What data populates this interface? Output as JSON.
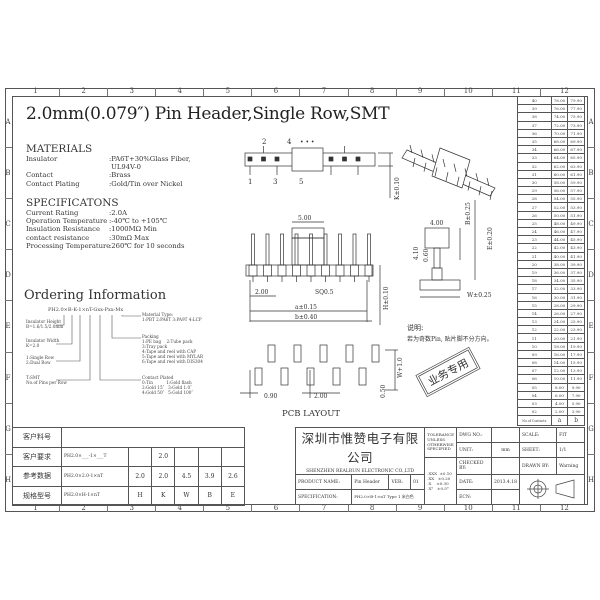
{
  "ruler": {
    "columns": [
      "1",
      "2",
      "3",
      "4",
      "5",
      "6",
      "7",
      "8",
      "9",
      "10",
      "11",
      "12"
    ],
    "rows": [
      "A",
      "B",
      "C",
      "D",
      "E",
      "F",
      "G",
      "H"
    ]
  },
  "title": "2.0mm(0.079″) Pin Header,Single Row,SMT",
  "materials": {
    "heading": "MATERIALS",
    "items": [
      {
        "label": "Insulator",
        "value": ":PA6T+30%Glass Fiber,\n UL94V-0"
      },
      {
        "label": "Contact",
        "value": ":Brass"
      },
      {
        "label": "Contact Plating",
        "value": ":Gold/Tin over Nickel"
      }
    ]
  },
  "specifications": {
    "heading": "SPECIFICATONS",
    "items": [
      {
        "label": "Current Rating",
        "value": ":2.0A"
      },
      {
        "label": "Operation Temperature",
        "value": ":-40℃ to +105℃"
      },
      {
        "label": "Insulation Resistance",
        "value": ":1000MΩ Min"
      },
      {
        "label": "contact resistance",
        "value": ":30mΩ Max"
      },
      {
        "label": "Processing Temperature",
        "value": ":260℃ for 10 seconds"
      }
    ]
  },
  "ordering": {
    "heading": "Ordering Information",
    "code": "PH2.0×B-K-1×nT-Gxx-Pxx-Mx",
    "left_notes": [
      "Insulator Height\nB=1.6/1.5/2.0mm",
      "Insulator Width\nK=2.0",
      "1:Single Row\n2:Dual Row",
      "T:SMT\nNo.of Pins per Row"
    ],
    "right_notes": [
      "Material Type:\n1:PBT 2:PA6T 3:PA9T 4:LCP",
      "Packing\n1:PE bag    2:Tube pack\n3:Tray pack\n4:Tape and reel with CAP\n5:Tape and reel with MYLAR\n6:Tape and reel with DIS304",
      "Contact Plated\n0:Tin          1:Gold flash\n2:Gold 15″   3:Gold 1.0″\n4:Gold 50″   5:Gold 100″"
    ]
  },
  "drawing": {
    "pin_labels": [
      "1",
      "2",
      "3",
      "4",
      "5"
    ],
    "ellipsis": "• • •",
    "dims": {
      "housing": "5.00",
      "pitch": "2.00",
      "sq": "SQ0.5",
      "a": "a±0.15",
      "b": "b±0.40",
      "h": "H±0.10",
      "k": "K±0.10",
      "side_top": "4.00",
      "b_tol": "B±0.25",
      "e_tol": "E±0.20",
      "d410": "4.10",
      "d060": "0.60",
      "w_tol": "W±0.25",
      "pcb_090": "0.90",
      "pcb_200": "2.00",
      "pcb_050": "0.50",
      "pcb_w": "W+1.0"
    },
    "pcb_caption": "PCB LAYOUT",
    "note_heading": "说明:",
    "note_text": "若为奇数Pin, 贴片脚不分方向。",
    "stamp": "业务专用"
  },
  "pin_table": {
    "rows": [
      [
        "40",
        "78.00",
        "79.90"
      ],
      [
        "39",
        "76.00",
        "77.90"
      ],
      [
        "38",
        "74.00",
        "75.90"
      ],
      [
        "37",
        "72.00",
        "73.90"
      ],
      [
        "36",
        "70.00",
        "71.90"
      ],
      [
        "35",
        "68.00",
        "69.90"
      ],
      [
        "34",
        "66.00",
        "67.90"
      ],
      [
        "33",
        "64.00",
        "65.90"
      ],
      [
        "32",
        "62.00",
        "63.90"
      ],
      [
        "31",
        "60.00",
        "61.90"
      ],
      [
        "30",
        "58.00",
        "59.90"
      ],
      [
        "29",
        "56.00",
        "57.90"
      ],
      [
        "28",
        "54.00",
        "55.90"
      ],
      [
        "27",
        "52.00",
        "53.90"
      ],
      [
        "26",
        "50.00",
        "51.90"
      ],
      [
        "25",
        "48.00",
        "49.90"
      ],
      [
        "24",
        "46.00",
        "47.90"
      ],
      [
        "23",
        "44.00",
        "45.90"
      ],
      [
        "22",
        "42.00",
        "43.90"
      ],
      [
        "21",
        "40.00",
        "41.90"
      ],
      [
        "20",
        "38.00",
        "39.90"
      ],
      [
        "19",
        "36.00",
        "37.90"
      ],
      [
        "18",
        "34.00",
        "35.90"
      ],
      [
        "17",
        "32.00",
        "33.90"
      ],
      [
        "16",
        "30.00",
        "31.90"
      ],
      [
        "15",
        "28.00",
        "29.90"
      ],
      [
        "14",
        "26.00",
        "27.90"
      ],
      [
        "13",
        "24.00",
        "25.90"
      ],
      [
        "12",
        "22.00",
        "23.90"
      ],
      [
        "11",
        "20.00",
        "21.90"
      ],
      [
        "10",
        "18.00",
        "19.90"
      ],
      [
        "09",
        "16.00",
        "17.90"
      ],
      [
        "08",
        "14.00",
        "15.90"
      ],
      [
        "07",
        "12.00",
        "13.90"
      ],
      [
        "06",
        "10.00",
        "11.90"
      ],
      [
        "05",
        "8.00",
        "9.90"
      ],
      [
        "04",
        "6.00",
        "7.90"
      ],
      [
        "03",
        "4.00",
        "5.90"
      ],
      [
        "02",
        "2.00",
        "3.90"
      ]
    ],
    "header": [
      "No.of Contacts",
      "a",
      "b"
    ]
  },
  "customer_table": {
    "rows": [
      {
        "label": "客户料号",
        "spec": "",
        "cells": []
      },
      {
        "label": "客户要求",
        "spec": "PH2.0×___-1×___T",
        "cells": [
          "",
          "2.0",
          "",
          "",
          ""
        ]
      },
      {
        "label": "参考数据",
        "spec": "PH2.0×2.0-1×nT",
        "cells": [
          "2.0",
          "2.0",
          "4.5",
          "3.9",
          "2.6"
        ]
      },
      {
        "label": "规格型号",
        "spec": "PH2.0×H-1×nT",
        "cells": [
          "H",
          "K",
          "W",
          "B",
          "E"
        ]
      }
    ]
  },
  "title_block": {
    "company_cn": "深圳市惟赞电子有限公司",
    "company_en": "SHENZHEN REALRUN ELECTRONIC CO.,LTD",
    "tolerance": "TOLERANCE\nUNLESS\nOTHERWISE\nSPECIFIED",
    "tolerances": ".XXX  ±0.10\n.XX   ±0.20\n.X    ±0.30\n.X°   ±0.5°",
    "dwg_no_label": "DWG NO.:",
    "dwg_no": "",
    "scale_label": "SCALE:",
    "scale": "FIT",
    "unit_label": "UNIT:",
    "unit": "mm",
    "sheet_label": "SHEET:",
    "sheet": "1/1",
    "checked_label": "CHECKED BY:",
    "checked": "",
    "drawn_label": "DRAWN BY:",
    "drawn": "Warning",
    "date_label": "DATE:",
    "date": "2013.4.18",
    "ecn_label": "ECN:",
    "ecn": "",
    "product_label": "PRODUCT NAME:",
    "product": "Pin Header",
    "ver_label": "VER:",
    "ver": "01",
    "spec_label": "SPECIFICATION:",
    "spec": "PH2.0×B-1×nT Type 1 米白色"
  },
  "colors": {
    "line": "#555555",
    "text": "#333333",
    "stamp": "#444444"
  }
}
